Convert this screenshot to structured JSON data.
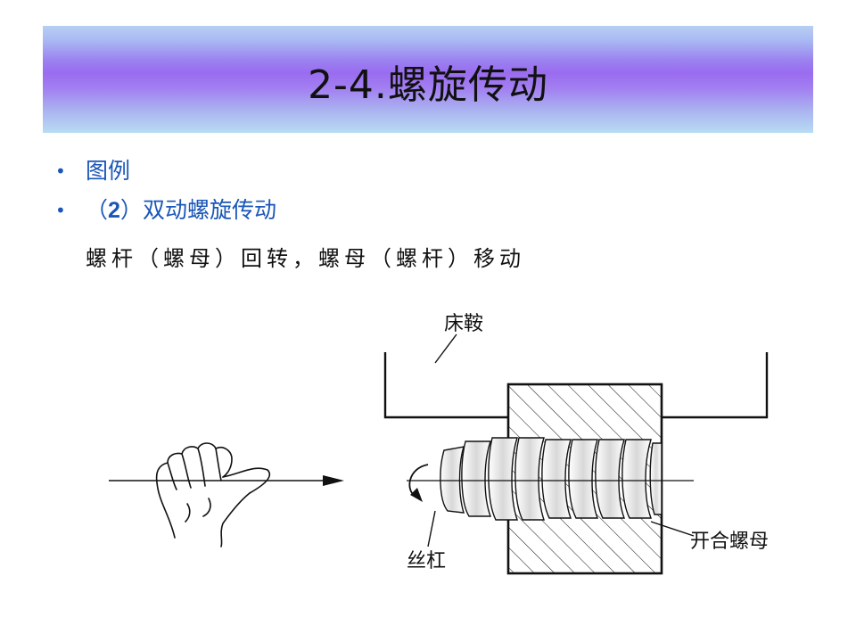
{
  "slide": {
    "title": "2-4.螺旋传动",
    "bullets": [
      {
        "text": "图例"
      },
      {
        "open": "（",
        "num": "2",
        "close": "）",
        "text": "双动螺旋传动"
      }
    ],
    "description": "螺杆（螺母）回转，螺母（螺杆）移动"
  },
  "figure": {
    "labels": {
      "carriage": "床鞍",
      "lead_screw": "丝杠",
      "split_nut": "开合螺母"
    }
  },
  "colors": {
    "title_band_top": "#b7cff2",
    "title_band_mid": "#9a6cf0",
    "bullet_text": "#1a56b8",
    "body_text": "#111111"
  }
}
